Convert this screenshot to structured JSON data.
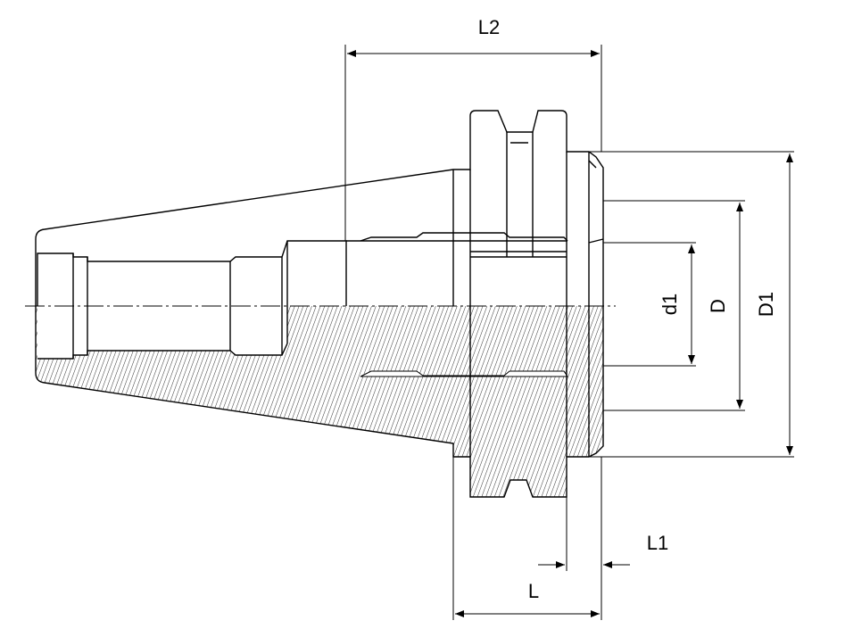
{
  "dimensions": {
    "L2": "L2",
    "L1": "L1",
    "L": "L",
    "d1": "d1",
    "D": "D",
    "D1": "D1"
  },
  "colors": {
    "line": "#000000",
    "hatch": "#000000",
    "background": "#ffffff"
  }
}
